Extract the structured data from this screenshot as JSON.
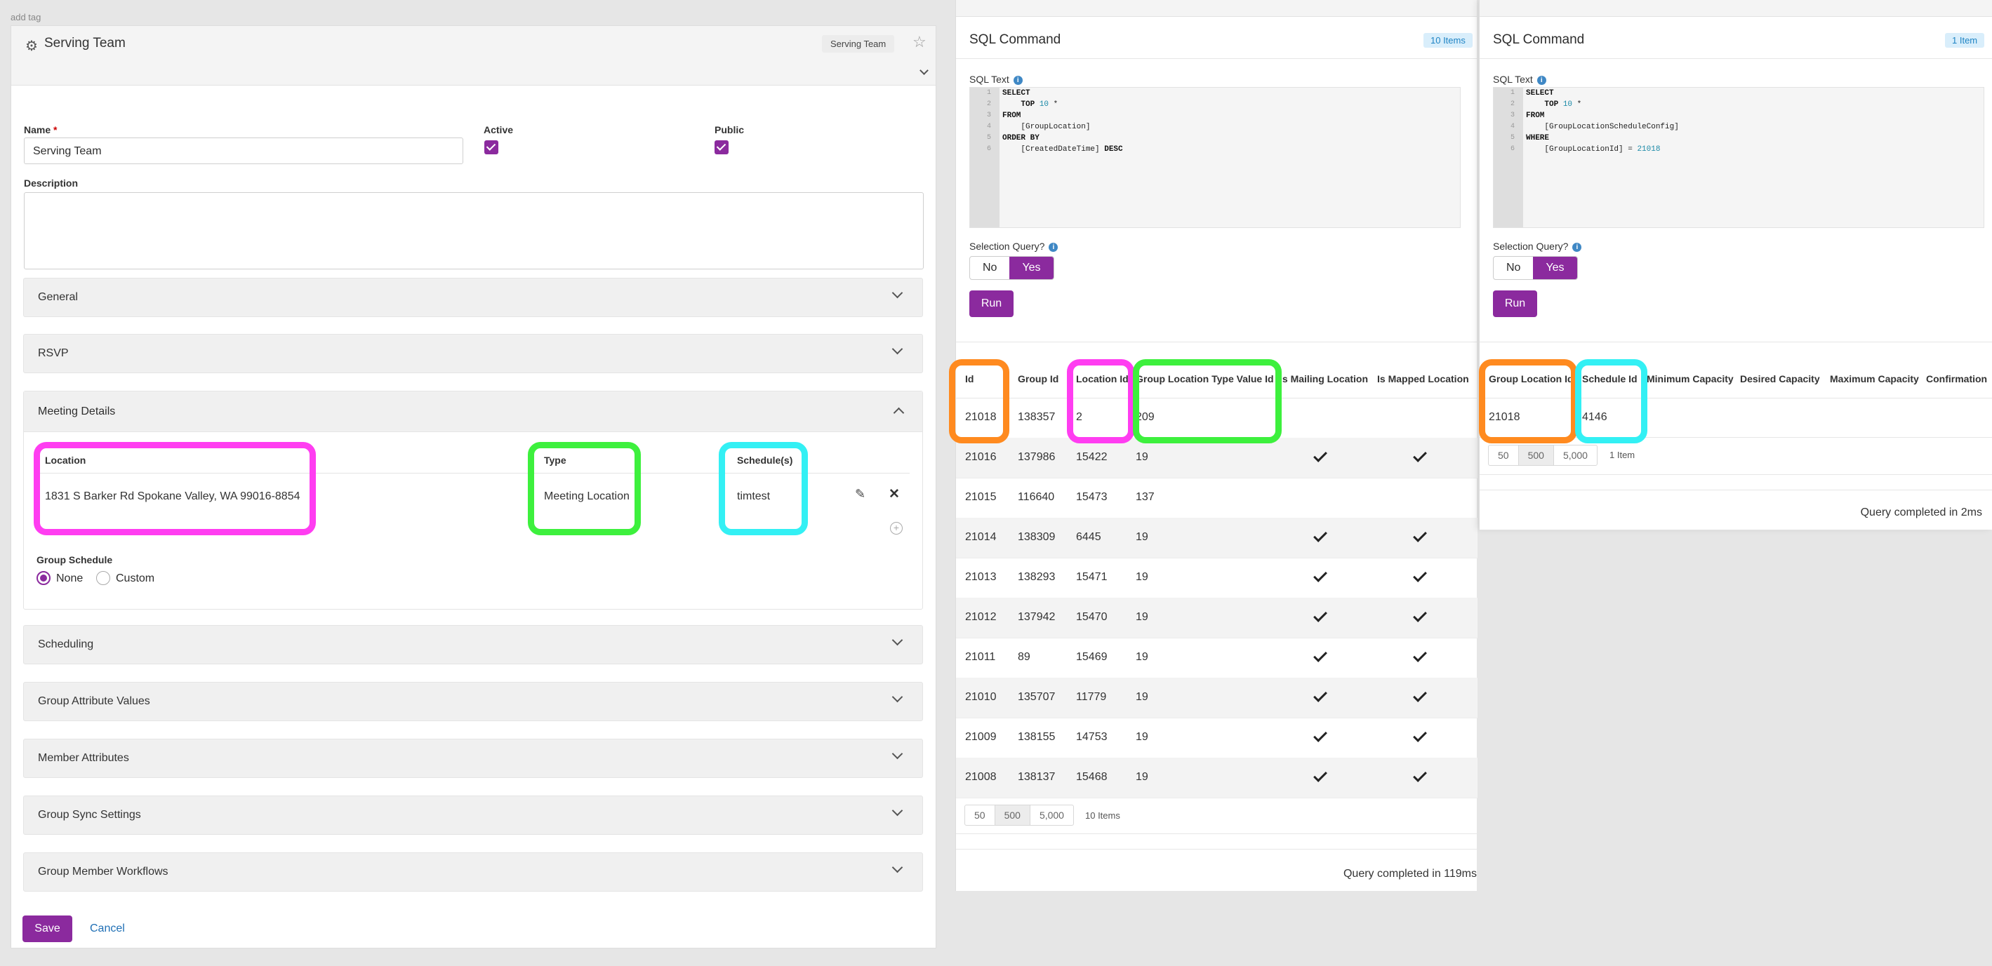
{
  "left": {
    "top_text": "add tag",
    "header_title": "Serving Team",
    "header_tag": "Serving Team",
    "form": {
      "name_label": "Name",
      "name_value": "Serving Team",
      "active_label": "Active",
      "public_label": "Public",
      "description_label": "Description"
    },
    "sections_top": [
      "General",
      "RSVP"
    ],
    "meeting": {
      "title": "Meeting Details",
      "col_location": "Location",
      "col_type": "Type",
      "col_schedule": "Schedule(s)",
      "location_value": "1831 S Barker Rd Spokane Valley, WA 99016-8854",
      "type_value": "Meeting Location",
      "schedule_value": "timtest",
      "group_schedule_label": "Group Schedule",
      "radio_none": "None",
      "radio_custom": "Custom"
    },
    "sections_bottom": [
      "Scheduling",
      "Group Attribute Values",
      "Member Attributes",
      "Group Sync Settings",
      "Group Member Workflows"
    ],
    "save_label": "Save",
    "cancel_label": "Cancel"
  },
  "sql1": {
    "title": "SQL Command",
    "badge": "10 Items",
    "sql_text_label": "SQL Text",
    "selection_label": "Selection Query?",
    "no": "No",
    "yes": "Yes",
    "run": "Run",
    "columns": [
      "Id",
      "Group Id",
      "Location Id",
      "Group Location Type Value Id",
      "Is Mailing Location",
      "Is Mapped Location"
    ],
    "rows": [
      {
        "id": "21018",
        "group": "138357",
        "loc": "2",
        "type": "209",
        "mail": false,
        "mapped": false
      },
      {
        "id": "21016",
        "group": "137986",
        "loc": "15422",
        "type": "19",
        "mail": true,
        "mapped": true
      },
      {
        "id": "21015",
        "group": "116640",
        "loc": "15473",
        "type": "137",
        "mail": false,
        "mapped": false
      },
      {
        "id": "21014",
        "group": "138309",
        "loc": "6445",
        "type": "19",
        "mail": true,
        "mapped": true
      },
      {
        "id": "21013",
        "group": "138293",
        "loc": "15471",
        "type": "19",
        "mail": true,
        "mapped": true
      },
      {
        "id": "21012",
        "group": "137942",
        "loc": "15470",
        "type": "19",
        "mail": true,
        "mapped": true
      },
      {
        "id": "21011",
        "group": "89",
        "loc": "15469",
        "type": "19",
        "mail": true,
        "mapped": true
      },
      {
        "id": "21010",
        "group": "135707",
        "loc": "11779",
        "type": "19",
        "mail": true,
        "mapped": true
      },
      {
        "id": "21009",
        "group": "138155",
        "loc": "14753",
        "type": "19",
        "mail": true,
        "mapped": true
      },
      {
        "id": "21008",
        "group": "138137",
        "loc": "15468",
        "type": "19",
        "mail": true,
        "mapped": true
      }
    ],
    "pager": [
      "50",
      "500",
      "5,000"
    ],
    "count": "10 Items",
    "footer": "Query completed in 119ms"
  },
  "sql2": {
    "title": "SQL Command",
    "badge": "1 Item",
    "sql_text_label": "SQL Text",
    "selection_label": "Selection Query?",
    "no": "No",
    "yes": "Yes",
    "run": "Run",
    "columns": [
      "Group Location Id",
      "Schedule Id",
      "Minimum Capacity",
      "Desired Capacity",
      "Maximum Capacity",
      "Confirmation"
    ],
    "row": {
      "glid": "21018",
      "sched": "4146"
    },
    "pager": [
      "50",
      "500",
      "5,000"
    ],
    "count": "1 Item",
    "footer": "Query completed in 2ms"
  },
  "colors": {
    "accent": "#8b2a9e",
    "magenta": "#ff3df1",
    "green": "#3df03d",
    "cyan": "#33f0f4",
    "orange": "#ff8a1f"
  }
}
